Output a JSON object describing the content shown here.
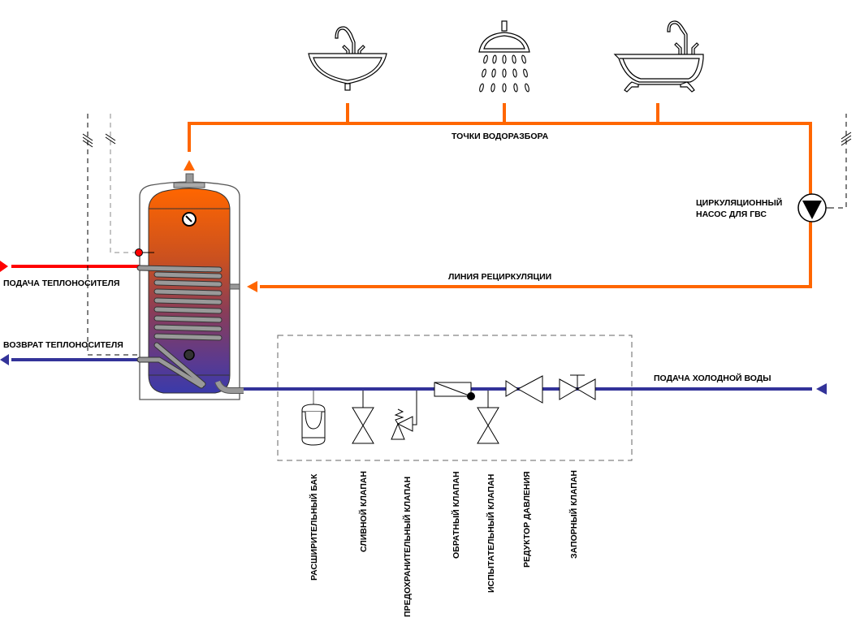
{
  "labels": {
    "draw_off_points": "ТОЧКИ ВОДОРАЗБОРА",
    "recirc_pump_line1": "ЦИРКУЛЯЦИОННЫЙ",
    "recirc_pump_line2": "НАСОС ДЛЯ ГВС",
    "recirculation_line": "ЛИНИЯ РЕЦИРКУЛЯЦИИ",
    "heat_carrier_supply": "ПОДАЧА ТЕПЛОНОСИТЕЛЯ",
    "heat_carrier_return": "ВОЗВРАТ ТЕПЛОНОСИТЕЛЯ",
    "cold_water_supply": "ПОДАЧА ХОЛОДНОЙ ВОДЫ"
  },
  "fixtures": [
    {
      "name": "sink",
      "icon": "sink-icon"
    },
    {
      "name": "shower",
      "icon": "shower-icon"
    },
    {
      "name": "bathtub",
      "icon": "bathtub-icon"
    }
  ],
  "components": [
    {
      "label": "РАСШИРИТЕЛЬНЫЙ БАК",
      "icon": "expansion-tank-icon"
    },
    {
      "label": "СЛИВНОЙ КЛАПАН",
      "icon": "drain-valve-icon"
    },
    {
      "label": "ПРЕДОХРАНИТЕЛЬНЫЙ КЛАПАН",
      "icon": "safety-valve-icon"
    },
    {
      "label": "ОБРАТНЫЙ КЛАПАН",
      "icon": "check-valve-icon"
    },
    {
      "label": "ИСПЫТАТЕЛЬНЫЙ КЛАПАН",
      "icon": "test-valve-icon"
    },
    {
      "label": "РЕДУКТОР ДАВЛЕНИЯ",
      "icon": "pressure-reducer-icon"
    },
    {
      "label": "ЗАПОРНЫЙ КЛАПАН",
      "icon": "shutoff-valve-icon"
    }
  ],
  "colors": {
    "hot_water": "#ff6600",
    "heat_supply": "#ff0000",
    "cold_water": "#333399",
    "tank_top": "#ff6600",
    "tank_mid": "#a0404a",
    "tank_bottom": "#3a3aa8",
    "coil": "#999999"
  }
}
